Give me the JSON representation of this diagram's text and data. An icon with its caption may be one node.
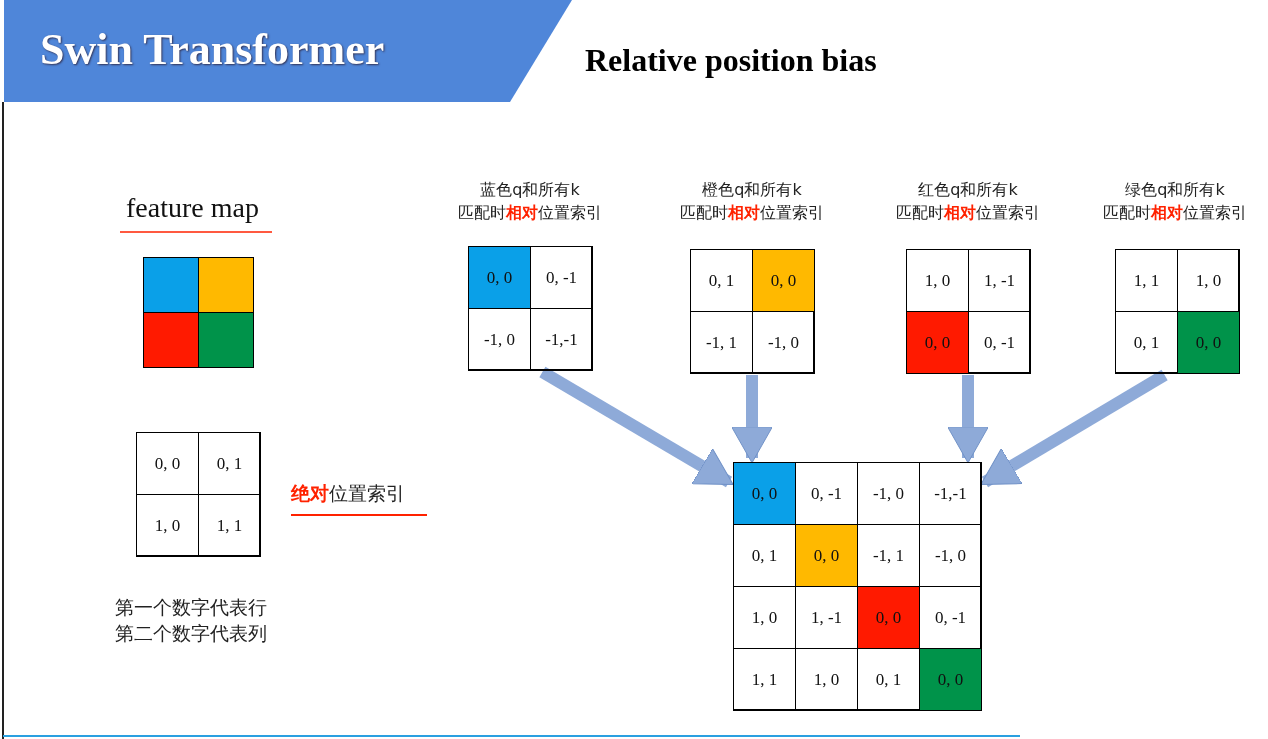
{
  "diagram": {
    "title": "Swin Transformer",
    "nodes": [
      {
        "text": [
          "feature map"
        ]
      },
      {
        "text": [],
        "shape": "box",
        "in": 0
      },
      {
        "text": [],
        "shape": "box",
        "in": 0
      },
      {
        "text": [],
        "shape": "box",
        "in": 0
      },
      {
        "text": [],
        "shape": "box",
        "in": 0
      },
      {
        "text": [],
        "shape": "box"
      },
      {
        "text": [
          "0, 0"
        ],
        "in": 5
      },
      {
        "text": [
          "0, 1"
        ],
        "in": 5
      },
      {
        "text": [
          "1, 0"
        ],
        "in": 5
      },
      {
        "text": [
          "1, 1"
        ],
        "in": 5
      },
      {
        "text": [
          "蓝色q和所有k 匹配时**相对**位置索引"
        ]
      },
      {
        "text": [
          "0, 0"
        ],
        "in": 10
      },
      {
        "text": [
          "0, -1"
        ],
        "in": 10
      },
      {
        "text": [
          "-1, 0"
        ],
        "in": 10
      },
      {
        "text": [
          "-1,-1"
        ],
        "in": 10
      },
      {
        "text": [
          "橙色q和所有k 匹配时**相对**位置索引"
        ]
      },
      {
        "text": [
          "0, 1"
        ],
        "in": 15
      },
      {
        "text": [
          "0, 0"
        ],
        "in": 15
      },
      {
        "text": [
          "-1, 1"
        ],
        "in": 15
      },
      {
        "text": [
          "-1, 0"
        ],
        "in": 15
      },
      {
        "text": [
          "红色q和所有k 匹配时**相对**位置索引"
        ]
      },
      {
        "text": [
          "1, 0"
        ],
        "in": 20
      },
      {
        "text": [
          "1, -1"
        ],
        "in": 20
      },
      {
        "text": [
          "0, 0"
        ],
        "in": 20
      },
      {
        "text": [
          "0, -1"
        ],
        "in": 20
      },
      {
        "text": [
          "绿色q和所有k 匹配时**相对**位置索引"
        ]
      },
      {
        "text": [
          "1, 1"
        ],
        "in": 25
      },
      {
        "text": [
          "1, 0"
        ],
        "in": 25
      },
      {
        "text": [
          "0, 1"
        ],
        "in": 25
      },
      {
        "text": [
          "0, 0"
        ],
        "in": 25
      },
      {
        "text": [],
        "shape": "box"
      },
      {
        "text": [
          "0, 0"
        ],
        "in": 30
      },
      {
        "text": [
          "0, -1"
        ],
        "in": 30
      },
      {
        "text": [
          "-1, 0"
        ],
        "in": 30
      },
      {
        "text": [
          "-1,-1"
        ],
        "in": 30
      },
      {
        "text": [
          "0, 1"
        ],
        "in": 30
      },
      {
        "text": [
          "0, 0"
        ],
        "in": 30
      },
      {
        "text": [
          "-1, 1"
        ],
        "in": 30
      },
      {
        "text": [
          "-1, 0"
        ],
        "in": 30
      },
      {
        "text": [
          "1, 0"
        ],
        "in": 30
      },
      {
        "text": [
          "1, -1"
        ],
        "in": 30
      },
      {
        "text": [
          "0, 0"
        ],
        "in": 30
      },
      {
        "text": [
          "0, -1"
        ],
        "in": 30
      },
      {
        "text": [
          "1, 1"
        ],
        "in": 30
      },
      {
        "text": [
          "1, 0"
        ],
        "in": 30
      },
      {
        "text": [
          "0, 1"
        ],
        "in": 30
      },
      {
        "text": [
          "0, 0"
        ],
        "in": 30
      }
    ],
    "edges": [
      {
        "from": 10,
        "to": 30,
        "arrow": "to"
      },
      {
        "from": 15,
        "to": 30,
        "arrow": "to"
      },
      {
        "from": 20,
        "to": 30,
        "arrow": "to"
      },
      {
        "from": 25,
        "to": 30,
        "arrow": "to"
      }
    ],
    "labels": [
      "Relative position bias",
      "**绝对**位置索引",
      "第一个数字代表行",
      "第二个数字代表列"
    ]
  }
}
